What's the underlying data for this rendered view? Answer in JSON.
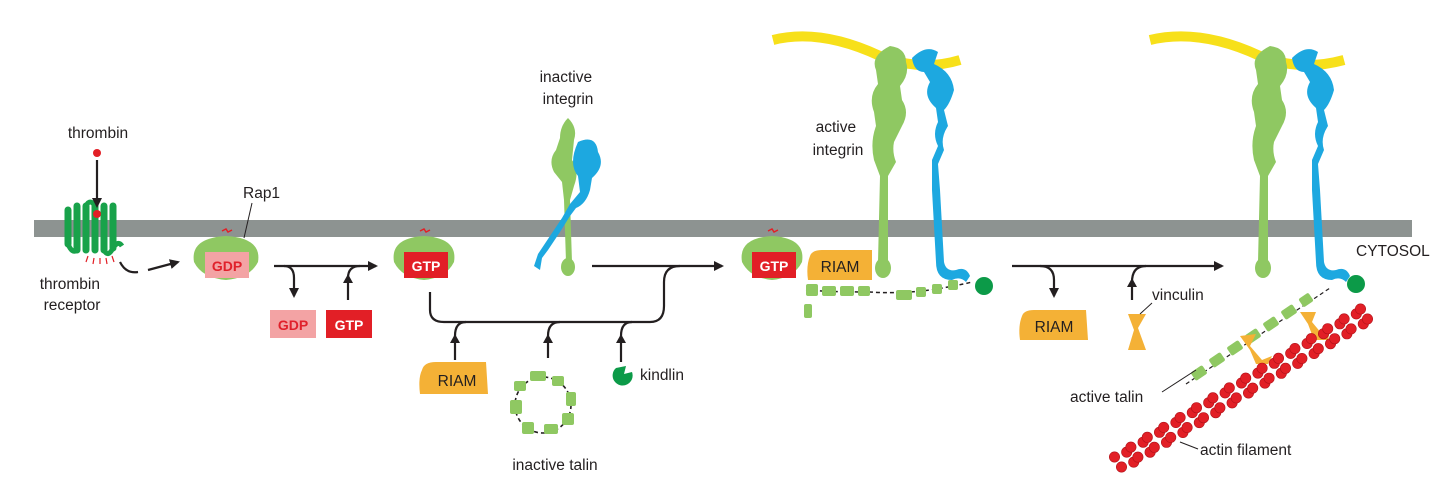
{
  "colors": {
    "membrane": "#8d9391",
    "receptor": "#18a24a",
    "rap1": "#8fc862",
    "gdp_box": "#f3a3a4",
    "gdp_text": "#e0212b",
    "gtp_box": "#e21f26",
    "riam": "#f4b136",
    "kindlin": "#0c9a48",
    "talin": "#8fc862",
    "integrin_alpha": "#8fc862",
    "integrin_beta": "#1da8e0",
    "ecm": "#f7e01a",
    "actin": "#e21f26",
    "vinculin": "#f4b136",
    "text": "#231f20"
  },
  "labels": {
    "thrombin": "thrombin",
    "thrombin_receptor_line1": "thrombin",
    "thrombin_receptor_line2": "receptor",
    "rap1": "Rap1",
    "gdp": "GDP",
    "gtp": "GTP",
    "riam": "RIAM",
    "kindlin": "kindlin",
    "inactive_talin": "inactive talin",
    "inactive_integrin_line1": "inactive",
    "inactive_integrin_line2": "integrin",
    "active_integrin_line1": "active",
    "active_integrin_line2": "integrin",
    "cytosol": "CYTOSOL",
    "vinculin": "vinculin",
    "active_talin": "active talin",
    "actin_filament": "actin filament"
  }
}
